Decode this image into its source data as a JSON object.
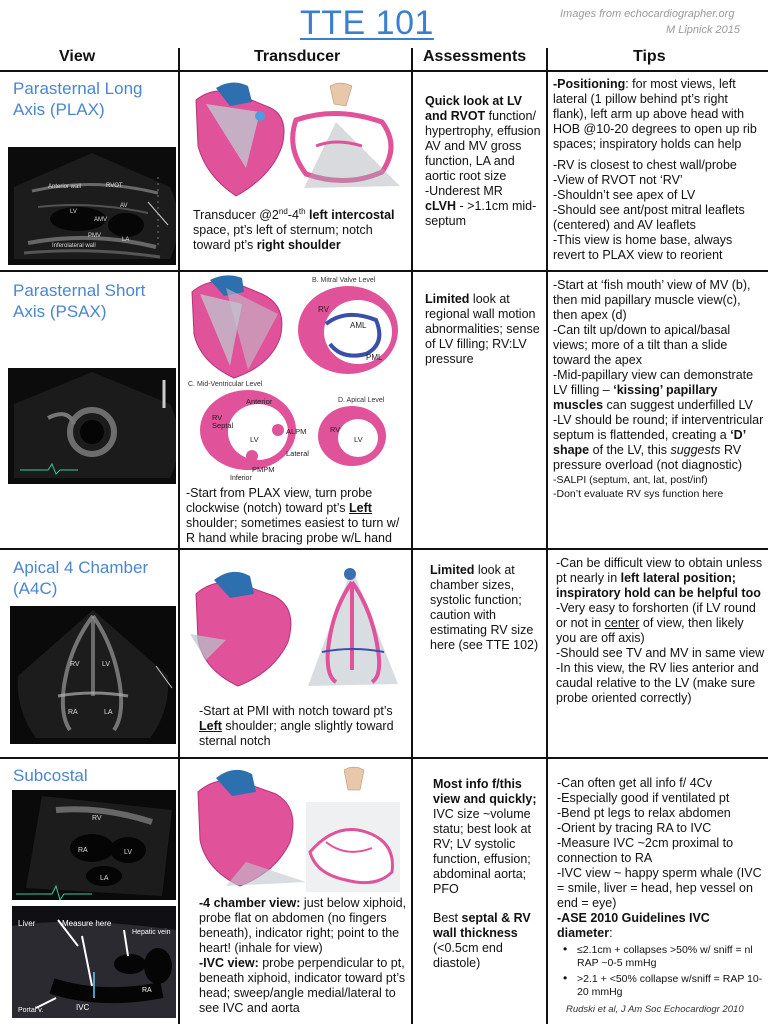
{
  "title": "TTE 101",
  "credit": {
    "line1": "Images from echocardiographer.org",
    "line2": "M Lipnick 2015"
  },
  "headers": {
    "view": "View",
    "transducer": "Transducer",
    "assessments": "Assessments",
    "tips": "Tips"
  },
  "rows": [
    {
      "view_line1": "Parasternal Long",
      "view_line2": "Axis (PLAX)",
      "transducer_text": [
        "Transducer @2",
        "nd",
        "-4",
        "th",
        " left intercostal",
        " space, pt’s left of sternum; notch toward pt’s ",
        "right shoulder"
      ],
      "assessment_bold": "Quick look at LV and RVOT",
      "assessment_rest": " function/ hypertrophy, effusion AV and MV gross function, LA and aortic root size",
      "assessment_extra1": "-Underest MR",
      "assessment_extra2_bold": "cLVH",
      "assessment_extra2_rest": " -    >1.1cm mid-septum",
      "tips": [
        {
          "bold": "-Positioning",
          "rest": ": for most views, left lateral (1 pillow behind pt’s right flank), left arm up above head with HOB @10-20 degrees to open up rib spaces; inspiratory holds can help"
        },
        {
          "bold": "",
          "rest": "-RV is closest to chest wall/probe"
        },
        {
          "bold": "",
          "rest": "-View of RVOT not ‘RV’"
        },
        {
          "bold": "",
          "rest": "-Shouldn’t see apex of LV"
        },
        {
          "bold": "",
          "rest": "-Should see ant/post mitral leaflets (centered) and AV leaflets"
        },
        {
          "bold": "",
          "rest": "-This view is home base, always revert to PLAX view to reorient"
        }
      ],
      "diagram_labels": [
        "Anterior wall",
        "RVOT",
        "LV",
        "AV",
        "AMV",
        "PMV",
        "LA",
        "Inferolateral wall"
      ]
    },
    {
      "view_line1": "Parasternal Short",
      "view_line2": "Axis (PSAX)",
      "diagram_labels": {
        "mitral": "B. Mitral Valve Level",
        "mid": "C. Mid-Ventricular Level",
        "apical": "D. Apical Level",
        "rv": "RV",
        "aml": "AML",
        "pml": "PML",
        "lv": "LV",
        "anterior": "Anterior",
        "septal": "Septal",
        "alpm": "ALPM",
        "lateral": "Lateral",
        "pmpm": "PMPM",
        "inferior": "Inferior"
      },
      "transducer_text": "-Start from PLAX view, turn probe clockwise (notch) toward pt’s ",
      "transducer_left": "Left",
      "transducer_rest": " shoulder; sometimes easiest to turn w/ R hand while bracing probe w/L hand",
      "assessment_bold": "Limited",
      "assessment_rest": " look at regional wall motion abnormalities; sense of LV filling; RV:LV pressure",
      "tips": [
        "-Start at ‘fish mouth’ view of MV (b), then mid papillary muscle view(c), then apex (d)",
        "-Can tilt up/down to apical/basal views; more of a tilt than a slide toward the apex",
        "-Mid-papillary view can demonstrate LV filling – ",
        "‘kissing’ papillary muscles",
        " can suggest underfilled LV",
        "-LV should be round; if interventricular septum is flattended, creating a ",
        "‘D’ shape",
        " of the LV, this ",
        "suggests",
        " RV pressure overload (not diagnostic)",
        "-SALPI (septum, ant, lat, post/inf)",
        "-Don’t evaluate RV sys function here"
      ]
    },
    {
      "view_line1": "Apical 4 Chamber",
      "view_line2": "(A4C)",
      "transducer_pre": "-Start at PMI with notch toward pt’s ",
      "transducer_left": "Left",
      "transducer_rest": " shoulder; angle slightly toward sternal notch",
      "assessment_bold": "Limited",
      "assessment_rest": " look at chamber sizes, systolic function; caution with estimating RV size here (see TTE 102)",
      "tips": [
        "-Can be difficult view to obtain unless pt nearly in ",
        "left lateral position; inspiratory hold can be helpful too",
        "-Very easy to forshorten (if LV round or not in ",
        "center",
        " of view, then likely you are off axis)",
        "-Should see TV and MV in same view",
        "-In this view, the RV lies anterior and caudal relative to the LV (make sure probe oriented correctly)"
      ],
      "echo_labels": [
        "RV",
        "LV",
        "RA",
        "LA"
      ]
    },
    {
      "view_line1": "Subcostal",
      "echo_labels": {
        "rv": "RV",
        "lv": "LV",
        "ra": "RA",
        "la": "LA",
        "liver": "Liver",
        "measure": "Measure here",
        "hepatic": "Hepatic vein",
        "ivc": "IVC",
        "portal": "Portal v.",
        "ra2": "RA"
      },
      "transducer_b1": "-4 chamber view:",
      "transducer_r1": " just below xiphoid, probe flat on abdomen (no fingers beneath), indicator right; point to the heart! (inhale for view)",
      "transducer_b2": "-IVC view:",
      "transducer_r2": " probe perpendicular to pt, beneath xiphoid, indicator toward pt’s head; sweep/angle medial/lateral to see IVC and aorta",
      "assessment_bold1": "Most info f/this view and quickly;",
      "assessment_rest1": " IVC size ~volume statu; best look at RV; LV systolic function, effusion; abdominal aorta; PFO",
      "assessment_pre2": "Best ",
      "assessment_bold2": "septal & RV wall thickness",
      "assessment_rest2": " (<0.5cm end diastole)",
      "tips": [
        "-Can often get all info f/ 4Cv",
        "-Especially good if ventilated pt",
        "-Bend pt legs to relax abdomen",
        "-Orient by tracing RA to IVC",
        "-Measure IVC ~2cm proximal to connection to RA",
        "-IVC view ~ happy sperm whale (IVC = smile, liver = head, hep vessel on end = eye)",
        "-ASE 2010 Guidelines IVC diameter",
        ":"
      ],
      "bullets": [
        "≤2.1cm + collapses >50% w/ sniff = nl RAP ~0-5 mmHg",
        ">2.1 + <50% collapse w/sniff = RAP 10-20 mmHg"
      ],
      "reference": "Rudski et al, J Am Soc Echocardiogr 2010"
    }
  ]
}
